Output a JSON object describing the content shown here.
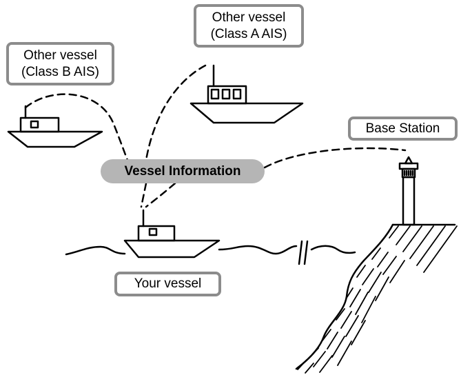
{
  "labels": {
    "other_vessel_b": {
      "line1": "Other vessel",
      "line2": "(Class B AIS)"
    },
    "other_vessel_a": {
      "line1": "Other vessel",
      "line2": "(Class A AIS)"
    },
    "base_station": "Base Station",
    "vessel_information": "Vessel Information",
    "your_vessel": "Your vessel"
  },
  "colors": {
    "line": "#000000",
    "box_border": "#8c8c8c",
    "pill_fill": "#b5b5b5",
    "background": "#ffffff"
  }
}
